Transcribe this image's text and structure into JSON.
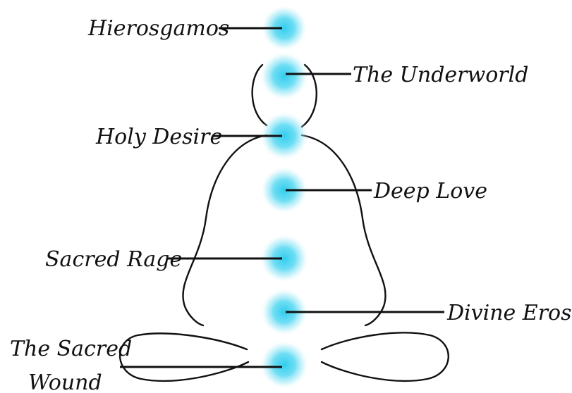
{
  "diagram": {
    "glow_color": "#33ccee",
    "labels": {
      "hierosgamos": "Hierosgamos",
      "underworld": "The Underworld",
      "holy_desire": "Holy Desire",
      "deep_love": "Deep Love",
      "sacred_rage": "Sacred Rage",
      "divine_eros": "Divine Eros",
      "sacred_wound_line1": "The Sacred",
      "sacred_wound_line2": "Wound"
    }
  }
}
